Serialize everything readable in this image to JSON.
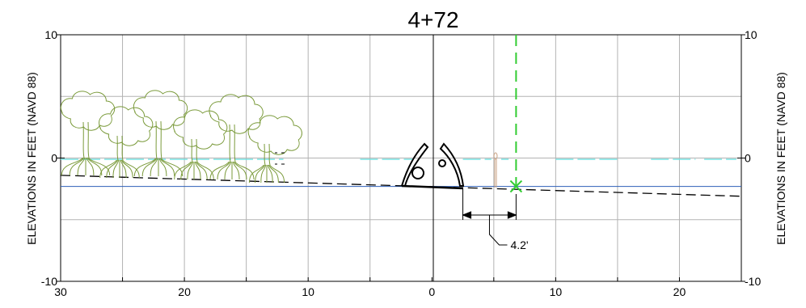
{
  "station_label": "4+72",
  "left_axis_label": "ELEVATIONS IN FEET (NAVD 88)",
  "right_axis_label": "ELEVATIONS IN FEET (NAVD 88)",
  "dimension_label": "4.2'",
  "chart_data": {
    "type": "cross-section",
    "x_ticks": [
      "30",
      "20",
      "10",
      "0",
      "10",
      "20"
    ],
    "y_ticks_left": [
      "10",
      "0",
      "-10"
    ],
    "y_ticks_right": [
      "10",
      "0",
      "-10"
    ],
    "xlim": [
      -30,
      25
    ],
    "ylim": [
      -10,
      10
    ],
    "grid": true,
    "colors": {
      "grid": "#b3b3b3",
      "ground": "#000000",
      "water_level": "#2e5fb8",
      "tide_line": "#6fe0e0",
      "offset_line": "#33cc33",
      "vegetation": "#7a9a3a"
    },
    "ground_profile": [
      [
        -30,
        -1.4
      ],
      [
        25,
        -3.1
      ]
    ],
    "water_level_elevation": -2.3,
    "tide_line_elevation": -0.1,
    "offset_line_station": 6.8,
    "dimension": {
      "from": 2.5,
      "to": 6.8
    }
  }
}
